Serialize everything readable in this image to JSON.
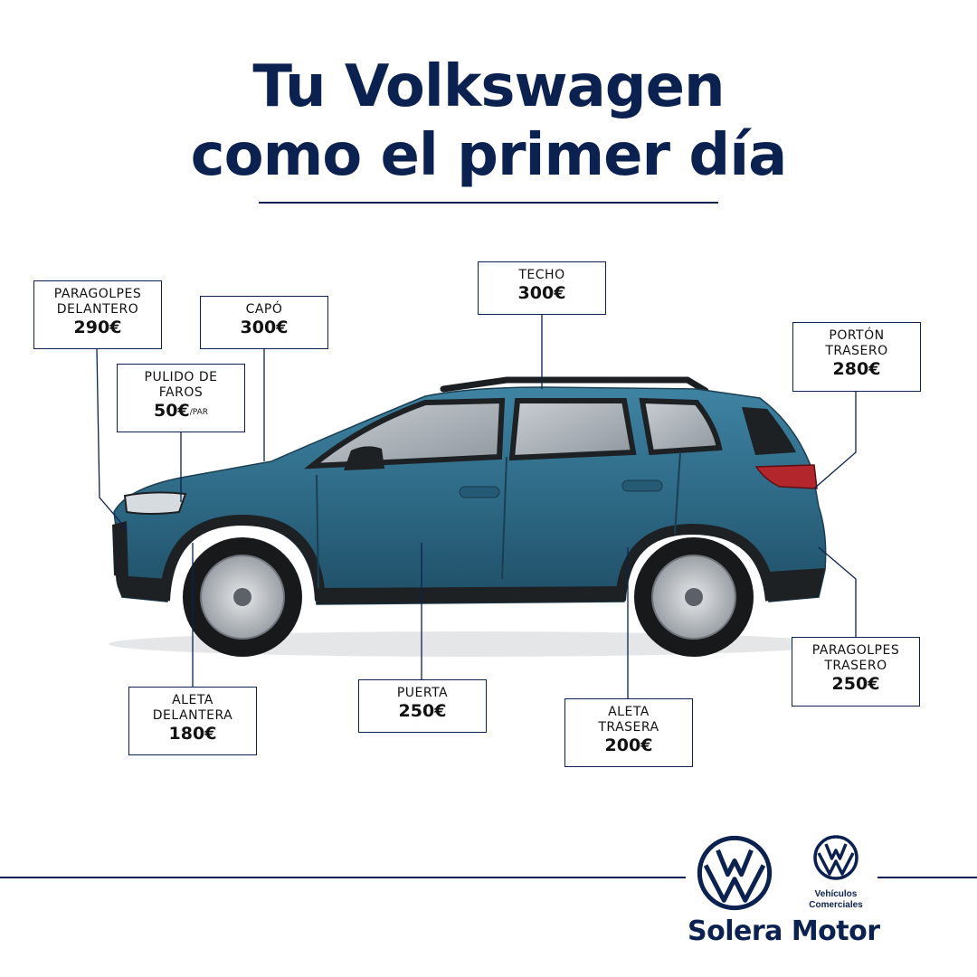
{
  "header": {
    "title_line1": "Tu Volkswagen",
    "title_line2": "como el primer día"
  },
  "labels": {
    "paragolpes_delantero": {
      "name1": "PARAGOLPES",
      "name2": "DELANTERO",
      "price": "290€"
    },
    "capo": {
      "name1": "CAPÓ",
      "price": "300€"
    },
    "pulido_faros": {
      "name1": "PULIDO DE",
      "name2": "FAROS",
      "price": "50€",
      "unit": "/PAR"
    },
    "techo": {
      "name1": "TECHO",
      "price": "300€"
    },
    "porton_trasero": {
      "name1": "PORTÓN",
      "name2": "TRASERO",
      "price": "280€"
    },
    "aleta_delantera": {
      "name1": "ALETA",
      "name2": "DELANTERA",
      "price": "180€"
    },
    "puerta": {
      "name1": "PUERTA",
      "price": "250€"
    },
    "aleta_trasera": {
      "name1": "ALETA",
      "name2": "TRASERA",
      "price": "200€"
    },
    "paragolpes_trasero": {
      "name1": "PARAGOLPES",
      "name2": "TRASERO",
      "price": "250€"
    }
  },
  "footer": {
    "brand_name": "Solera Motor",
    "commercial_line1": "Vehículos",
    "commercial_line2": "Comerciales",
    "logo_icon": "vw-logo-icon"
  },
  "colors": {
    "navy": "#0b2150",
    "car_body": "#2e6a86"
  }
}
